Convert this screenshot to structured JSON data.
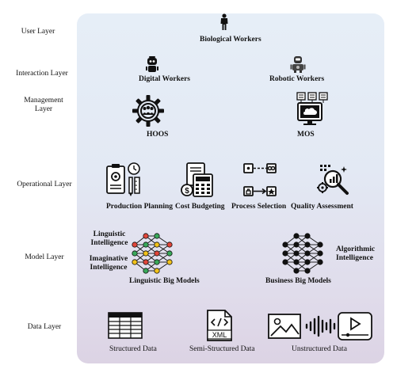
{
  "layers": {
    "user": "User Layer",
    "interaction": "Interaction Layer",
    "management": "Management Layer",
    "operational": "Operational Layer",
    "model": "Model Layer",
    "data": "Data Layer"
  },
  "user_layer": {
    "biological_workers": "Biological Workers"
  },
  "interaction_layer": {
    "digital_workers": "Digital Workers",
    "robotic_workers": "Robotic Workers"
  },
  "management_layer": {
    "hoos": "HOOS",
    "mos": "MOS"
  },
  "operational_layer": {
    "production_planning": "Production Planning",
    "cost_budgeting": "Cost Budgeting",
    "process_selection": "Process Selection",
    "quality_assessment": "Quality Assessment"
  },
  "model_layer": {
    "linguistic_intelligence": "Linguistic Intelligence",
    "imaginative_intelligence": "Imaginative Intelligence",
    "algorithmic_intelligence": "Algorithmic Intelligence",
    "linguistic_big_models": "Linguistic Big Models",
    "business_big_models": "Business Big Models"
  },
  "data_layer": {
    "structured": "Structured Data",
    "semi_structured": "Semi-Structured Data",
    "unstructured": "Unstructured Data",
    "xml_badge": "XML"
  },
  "colors": {
    "panel_top": "#e6eef7",
    "panel_bottom": "#dcd3e4",
    "node_yellow": "#f2c21b",
    "node_red": "#e0463a",
    "node_green": "#3aa85a"
  }
}
